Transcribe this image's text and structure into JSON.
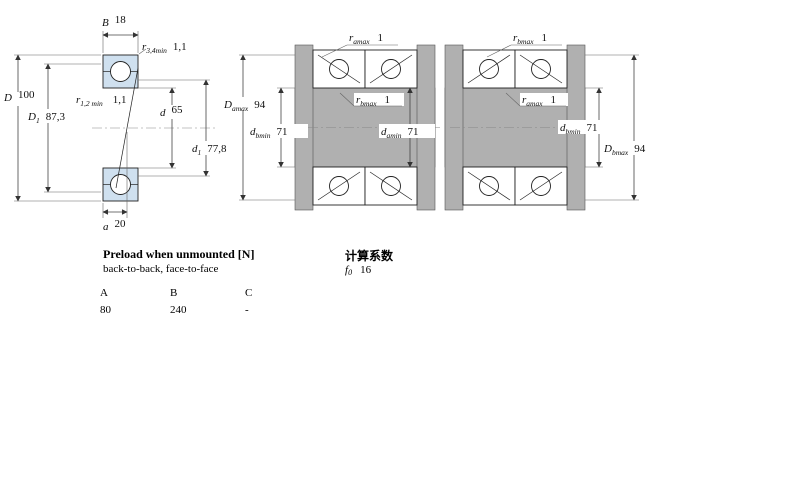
{
  "colors": {
    "bearing_fill": "#cfe0ef",
    "steel_gray": "#b0b0b0",
    "line": "#444444"
  },
  "single": {
    "dims": {
      "B": {
        "sym": "B",
        "sub": "",
        "val": "18"
      },
      "r34": {
        "sym": "r",
        "sub": "3,4min",
        "val": "1,1"
      },
      "D": {
        "sym": "D",
        "sub": "",
        "val": "100"
      },
      "D1": {
        "sym": "D",
        "sub": "1",
        "val": "87,3"
      },
      "r12": {
        "sym": "r",
        "sub": "1,2 min",
        "val": "1,1"
      },
      "d": {
        "sym": "d",
        "sub": "",
        "val": "65"
      },
      "d1": {
        "sym": "d",
        "sub": "1",
        "val": "77,8"
      },
      "a": {
        "sym": "a",
        "sub": "",
        "val": "20"
      }
    }
  },
  "back_to_back": {
    "dims": {
      "ra_top": {
        "sym": "r",
        "sub": "amax",
        "val": "1"
      },
      "Da": {
        "sym": "D",
        "sub": "amax",
        "val": "94"
      },
      "rb": {
        "sym": "r",
        "sub": "bmax",
        "val": "1"
      },
      "db": {
        "sym": "d",
        "sub": "bmin",
        "val": "71"
      },
      "da": {
        "sym": "d",
        "sub": "amin",
        "val": "71"
      }
    }
  },
  "face_to_face": {
    "dims": {
      "rb_top": {
        "sym": "r",
        "sub": "bmax",
        "val": "1"
      },
      "ra": {
        "sym": "r",
        "sub": "amax",
        "val": "1"
      },
      "db": {
        "sym": "d",
        "sub": "bmin",
        "val": "71"
      },
      "Db": {
        "sym": "D",
        "sub": "bmax",
        "val": "94"
      }
    }
  },
  "preload": {
    "title": "Preload when unmounted [N]",
    "subtitle": "back-to-back, face-to-face",
    "columns": [
      "A",
      "B",
      "C"
    ],
    "values": [
      "80",
      "240",
      "-"
    ]
  },
  "calc": {
    "title": "计算系数",
    "f0": {
      "sym": "f",
      "sub": "0",
      "val": "16"
    }
  }
}
